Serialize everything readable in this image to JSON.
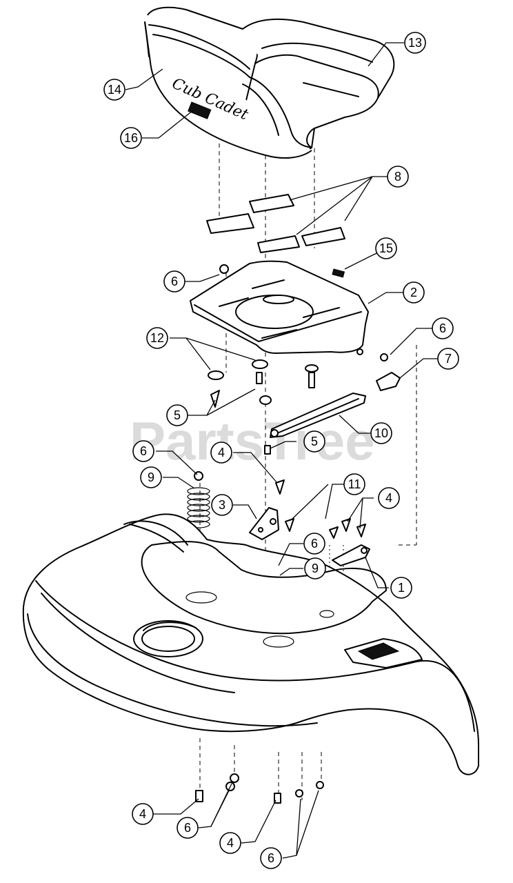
{
  "watermark": "PartsTree",
  "logo_text": "Cub Cadet",
  "callouts": [
    {
      "id": "c13",
      "label": "13"
    },
    {
      "id": "c14",
      "label": "14"
    },
    {
      "id": "c16",
      "label": "16"
    },
    {
      "id": "c8",
      "label": "8"
    },
    {
      "id": "c15",
      "label": "15"
    },
    {
      "id": "c6a",
      "label": "6"
    },
    {
      "id": "c2",
      "label": "2"
    },
    {
      "id": "c12",
      "label": "12"
    },
    {
      "id": "c6b",
      "label": "6"
    },
    {
      "id": "c7",
      "label": "7"
    },
    {
      "id": "c5a",
      "label": "5"
    },
    {
      "id": "c10",
      "label": "10"
    },
    {
      "id": "c5b",
      "label": "5"
    },
    {
      "id": "c6c",
      "label": "6"
    },
    {
      "id": "c4a",
      "label": "4"
    },
    {
      "id": "c9a",
      "label": "9"
    },
    {
      "id": "c11",
      "label": "11"
    },
    {
      "id": "c4b",
      "label": "4"
    },
    {
      "id": "c3",
      "label": "3"
    },
    {
      "id": "c6d",
      "label": "6"
    },
    {
      "id": "c9b",
      "label": "9"
    },
    {
      "id": "c1",
      "label": "1"
    },
    {
      "id": "c4c",
      "label": "4"
    },
    {
      "id": "c6e",
      "label": "6"
    },
    {
      "id": "c4d",
      "label": "4"
    },
    {
      "id": "c6f",
      "label": "6"
    }
  ]
}
